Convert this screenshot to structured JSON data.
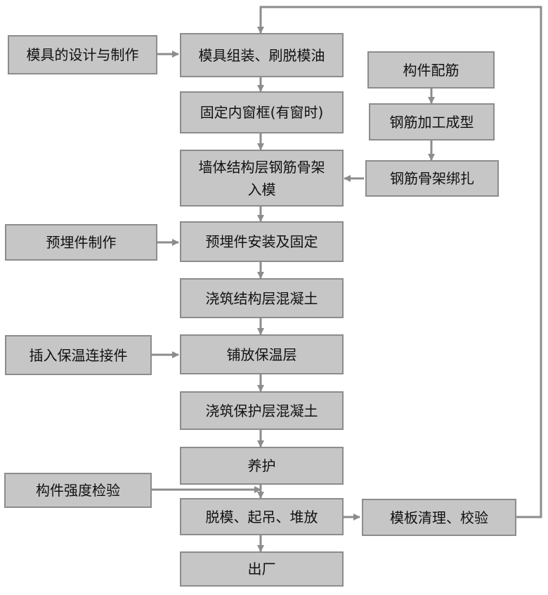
{
  "title": "Precast sandwich wall panel production flowchart",
  "colors": {
    "box_fill": "#c6c6c6",
    "box_border": "#8c8c8c",
    "arrow": "#8c8c8c"
  },
  "main_flow": [
    "模具组装、刷脱模油",
    "固定内窗框(有窗时)",
    "墙体结构层钢筋骨架入模",
    "预埋件安装及固定",
    "浇筑结构层混凝土",
    "铺放保温层",
    "浇筑保护层混凝土",
    "养护",
    "脱模、起吊、堆放",
    "出厂"
  ],
  "main_flow_lines": {
    "wall_line1": "墙体结构层钢筋骨架",
    "wall_line2": "入模"
  },
  "left_inputs": [
    "模具的设计与制作",
    "预埋件制作",
    "插入保温连接件",
    "构件强度检验"
  ],
  "rebar_flow": [
    "构件配筋",
    "钢筋加工成型",
    "钢筋骨架绑扎"
  ],
  "return_flow": "模板清理、校验"
}
